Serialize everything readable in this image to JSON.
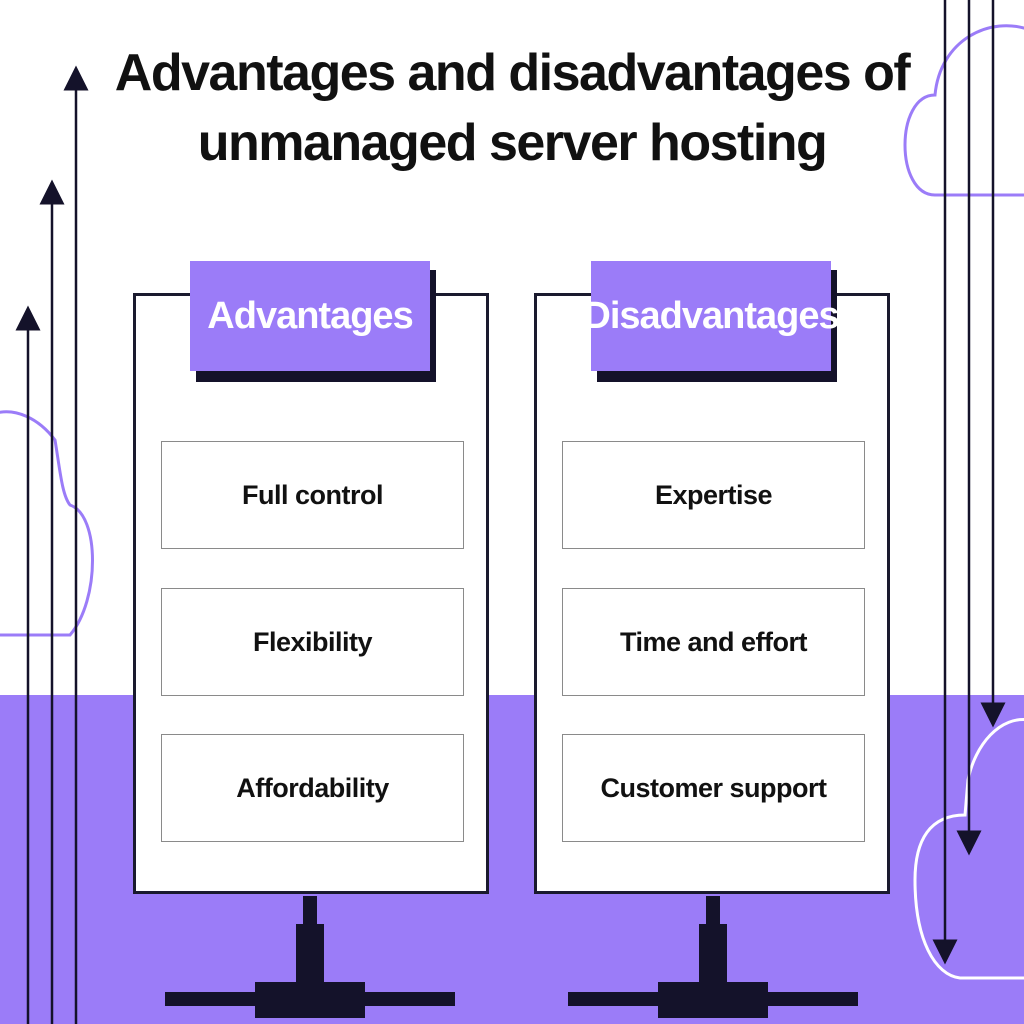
{
  "title": {
    "line1": "Advantages and disadvantages of",
    "line2": "unmanaged server hosting"
  },
  "advantages": {
    "heading": "Advantages",
    "items": [
      "Full control",
      "Flexibility",
      "Affordability"
    ]
  },
  "disadvantages": {
    "heading": "Disadvantages",
    "items": [
      "Expertise",
      "Time and effort",
      "Customer support"
    ]
  },
  "colors": {
    "accent": "#9b7cf8",
    "dark": "#14122a",
    "background": "#ffffff"
  },
  "icons": [
    "cloud-icon",
    "up-arrow-icon",
    "down-arrow-icon",
    "monitor-stand-icon"
  ]
}
